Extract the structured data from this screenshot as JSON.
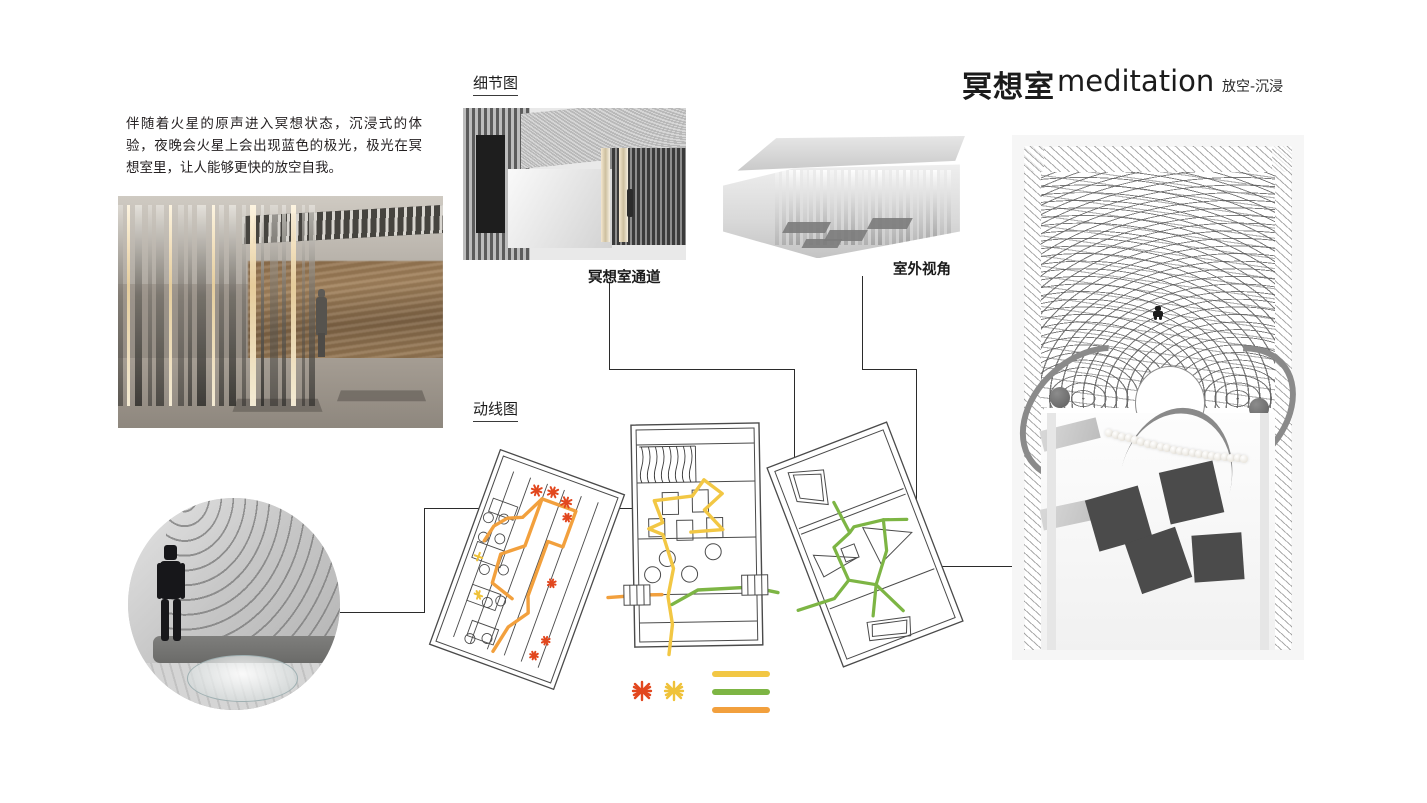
{
  "header": {
    "title_zh": "冥想室",
    "title_en": "meditation",
    "subtitle": "放空-沉浸"
  },
  "description": {
    "text": "伴随着火星的原声进入冥想状态，沉浸式的体验，夜晚会火星上会出现蓝色的极光，极光在冥想室里，让人能够更快的放空自我。"
  },
  "sections": {
    "detail_label": "细节图",
    "flow_label": "动线图"
  },
  "captions": {
    "passage": "冥想室通道",
    "exterior": "室外视角"
  },
  "images": {
    "hero": "meditation-hall-render",
    "detail_passage": "meditation-passage-render",
    "detail_exterior": "exterior-axon-render",
    "circle_inset": "interior-closeup-render",
    "big_plan": "meditation-room-plan-render"
  },
  "flow_diagram": {
    "plans": [
      {
        "name": "plan-left-orange",
        "rotation": 20,
        "path_color": "#F2A03D"
      },
      {
        "name": "plan-center-yellow",
        "rotation": -1,
        "path_color": "#F2C744"
      },
      {
        "name": "plan-right-green",
        "rotation": -21,
        "path_color": "#7DB544"
      }
    ],
    "legend": {
      "markers": [
        {
          "name": "star-red",
          "color": "#E2471E"
        },
        {
          "name": "star-yellow",
          "color": "#EFC23A"
        }
      ],
      "lines": [
        {
          "name": "route-yellow",
          "color": "#F2C744"
        },
        {
          "name": "route-green",
          "color": "#7DB544"
        },
        {
          "name": "route-orange",
          "color": "#F2A03D"
        }
      ]
    }
  },
  "colors": {
    "ink": "#1b1b1b",
    "line": "#2b2b2b",
    "orange": "#F2A03D",
    "yellow": "#F2C744",
    "green": "#7DB544",
    "red": "#E2471E",
    "plan_stroke": "#4a4a4a"
  }
}
